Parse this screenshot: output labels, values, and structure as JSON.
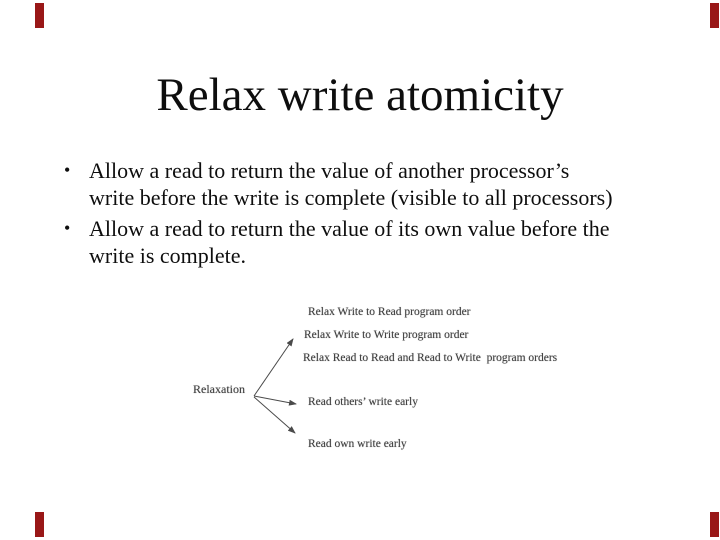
{
  "slide": {
    "title": "Relax write atomicity",
    "bullet_glyph": "•",
    "bullets": [
      {
        "lines": [
          "Allow a read to return the value of another processor’s",
          "write before the write is complete (visible to all processors)"
        ]
      },
      {
        "lines": [
          "Allow a read to return the value of its own value before the",
          "write is complete."
        ]
      }
    ]
  },
  "diagram": {
    "root_label": "Relaxation",
    "branches": [
      "Relax Write to Read program order",
      "Relax Write to Write program order",
      "Relax Read to Read and Read to Write  program orders",
      "Read others’ write early",
      "Read own write early"
    ]
  },
  "colors": {
    "background": "#ffffff",
    "text": "#0e0e0e",
    "figure_text": "#3f3f3f",
    "arrow": "#4a4a4a",
    "corner_mark": "#991717"
  }
}
